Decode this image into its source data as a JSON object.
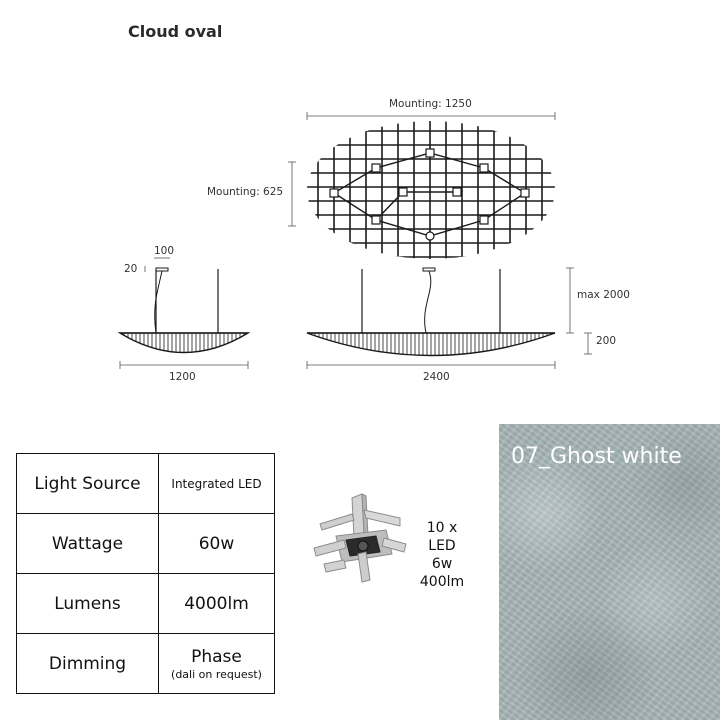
{
  "product": {
    "title": "Cloud oval"
  },
  "dimensions": {
    "mounting_width": "Mounting: 1250",
    "mounting_depth": "Mounting: 625",
    "canopy_width": "100",
    "canopy_height": "20",
    "short_length": "1200",
    "long_length": "2400",
    "max_drop": "max 2000",
    "body_height": "200"
  },
  "specs": {
    "rows": [
      {
        "label": "Light Source",
        "value": "Integrated LED"
      },
      {
        "label": "Wattage",
        "value": "60w"
      },
      {
        "label": "Lumens",
        "value": "4000lm"
      },
      {
        "label": "Dimming",
        "value": "Phase",
        "note": "(dali on request)"
      }
    ]
  },
  "led_module": {
    "line1": "10 x LED",
    "line2": "6w",
    "line3": "400lm"
  },
  "finish": {
    "label": "07_Ghost white",
    "color": "#a7b6b8"
  }
}
